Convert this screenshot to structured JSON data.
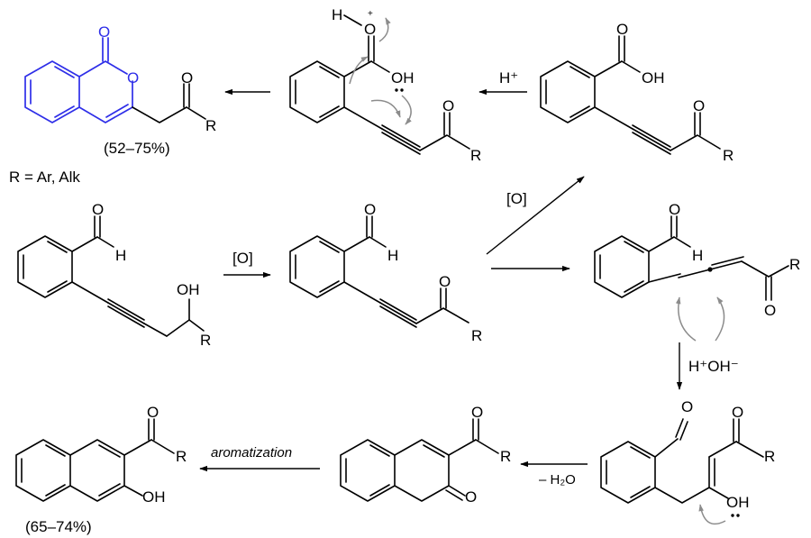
{
  "labels": {
    "ar_alk": "R = Ar, Alk",
    "yield_isocoumarin": "(52–75%)",
    "yield_naphthol": "(65–74%)",
    "cond_oxidation_1": "[O]",
    "cond_oxidation_2": "[O]",
    "cond_acid": "H⁺",
    "cond_acid_base": "H⁺OH⁻",
    "cond_dehydration": "– H₂O",
    "cond_aromatization": "aromatization"
  },
  "atoms": {
    "O": "O",
    "OH": "OH",
    "H": "H",
    "R": "R",
    "H_plus_sup": "+"
  },
  "colors": {
    "highlight": "#2e2ee8",
    "curly_arrows": "#8c8c8c",
    "bonds": "#000000"
  }
}
